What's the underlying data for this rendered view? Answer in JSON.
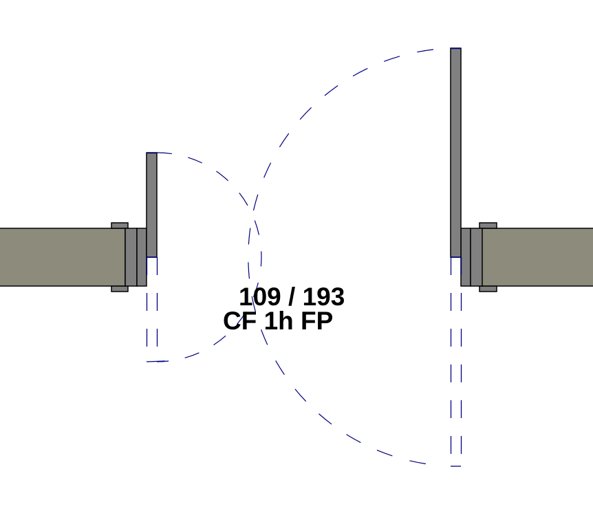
{
  "drawing": {
    "type": "floor-plan-door-detail",
    "colors": {
      "background": "#ffffff",
      "wall_fill": "#8c8b7c",
      "frame_fill": "#808080",
      "outline": "#000000",
      "swing_line": "#000080",
      "text": "#000000"
    }
  },
  "door_tag": {
    "line1": "109 / 193",
    "line2": "CF 1h FP"
  },
  "elements": {
    "left_wall": {
      "label": "wall-segment-left"
    },
    "right_wall": {
      "label": "wall-segment-right"
    },
    "left_leaf": {
      "label": "door-leaf-left"
    },
    "right_leaf": {
      "label": "door-leaf-right"
    }
  }
}
